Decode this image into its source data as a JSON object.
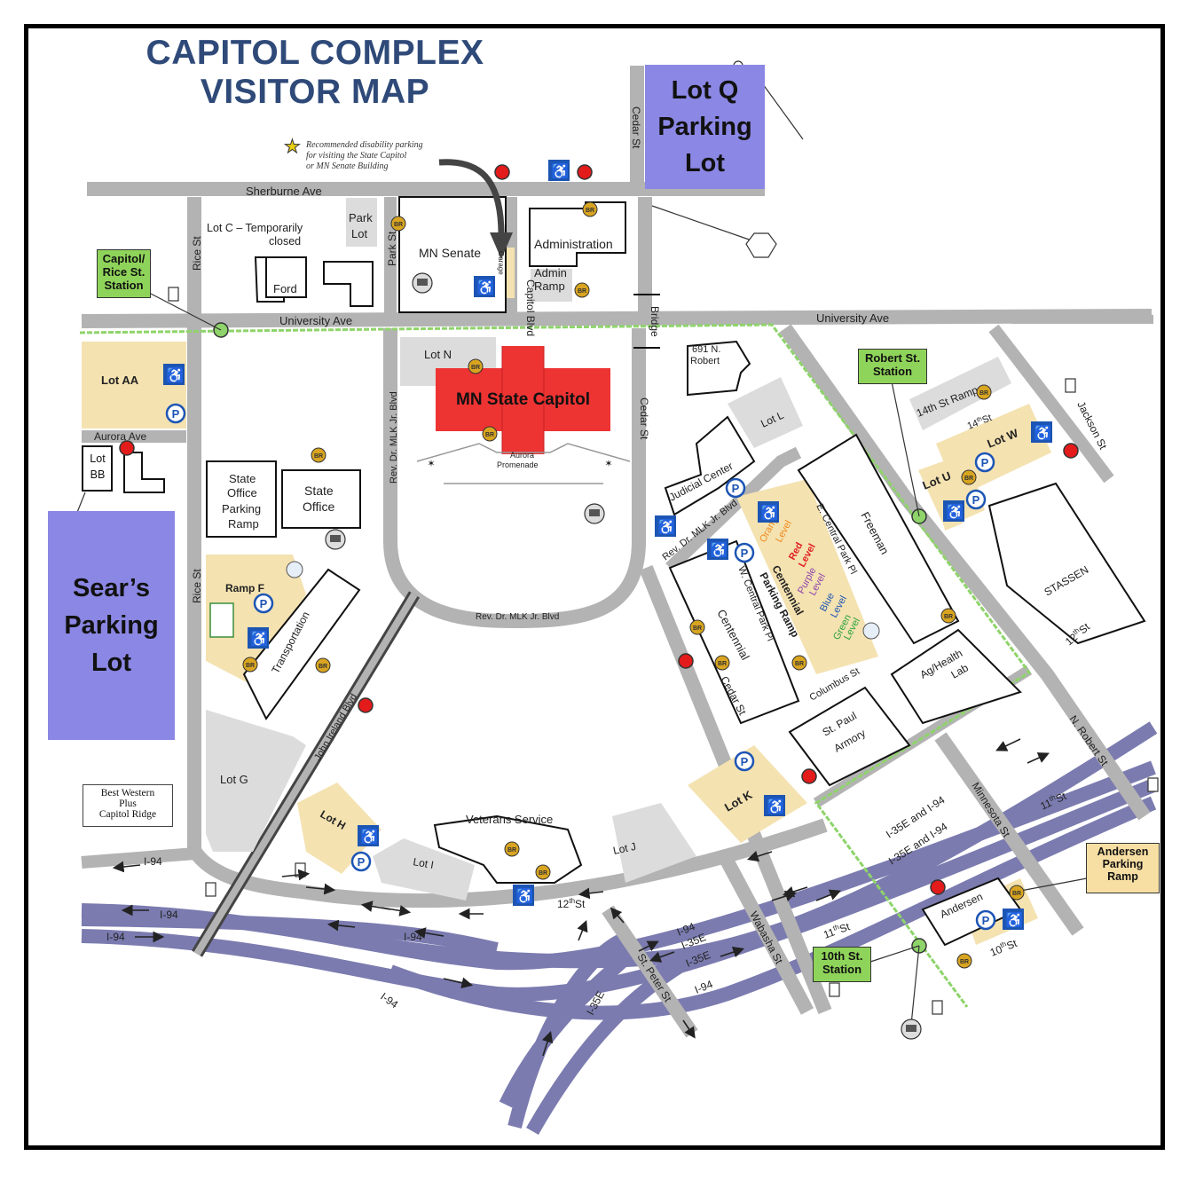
{
  "map": {
    "title_line1": "CAPITOL COMPLEX",
    "title_line2": "VISITOR MAP",
    "legend_note_line1": "Recommended disability parking",
    "legend_note_line2": "for visiting the State Capitol",
    "legend_note_line3": "or MN Senate Building",
    "overlays": {
      "lot_q": [
        "Lot Q",
        "Parking",
        "Lot"
      ],
      "sears": [
        "Sear’s",
        "Parking",
        "Lot"
      ],
      "capitol": "MN State Capitol"
    },
    "stations": {
      "capitol_rice": [
        "Capitol/",
        "Rice St.",
        "Station"
      ],
      "robert": [
        "Robert St.",
        "Station"
      ],
      "tenth": [
        "10th St.",
        "Station"
      ]
    },
    "andersen_ramp": [
      "Andersen",
      "Parking",
      "Ramp"
    ],
    "best_western": [
      "Best Western",
      "Plus",
      "Capitol Ridge"
    ],
    "lot_bb": [
      "Lot",
      "BB"
    ],
    "streets": {
      "sherburne": "Sherburne Ave",
      "university_w": "University Ave",
      "university_e": "University Ave",
      "aurora": "Aurora Ave",
      "rice_n": "Rice St",
      "rice_s": "Rice St",
      "park": "Park St",
      "capitol_blvd": "Capitol Blvd",
      "cedar_n": "Cedar St",
      "cedar_c": "Cedar St",
      "cedar_s": "Cedar St",
      "bridge": "Bridge",
      "mlk_v": "Rev. Dr. MLK Jr. Blvd",
      "mlk_curve": "Rev. Dr. MLK Jr. Blvd",
      "mlk_ne": "Rev. Dr. MLK Jr. Blvd",
      "john_ireland": "John Ireland Blvd",
      "w_central_park": "W. Central Park Pl",
      "e_central_park": "E. Central Park Pl",
      "columbus": "Columbus St",
      "jackson": "Jackson St",
      "n_robert": "N. Robert St",
      "minnesota": "Minnesota St",
      "wabasha": "Wabasha St",
      "st_peter": "St. Peter St",
      "twelfth_a": "12",
      "twelfth_b": "12",
      "twelfth_c": "12",
      "fourteenth": "14",
      "eleventh_a": "11",
      "eleventh_b": "11",
      "tenth": "10",
      "th": "th",
      "st": "St",
      "i94_a": "I-94",
      "i94_b": "I-94",
      "i94_c": "I-94",
      "i94_d": "I-94",
      "i94_e": "I-94",
      "i94_f": "I-94",
      "i94_g": "I-94",
      "i35e_a": "I-35E",
      "i35e_b": "I-35E",
      "i35e_c": "I-35E",
      "i35e_i94_a": "I-35E and I-94",
      "i35e_i94_b": "I-35E and I-94"
    },
    "places": {
      "lot_c": "Lot C – Temporarily",
      "lot_c2": "closed",
      "ford": "Ford",
      "park_lot": "Park",
      "park_lot2": "Lot",
      "mn_senate": "MN Senate",
      "administration": "Administration",
      "admin_ramp": "Admin",
      "admin_ramp2": "Ramp",
      "garage": "Garage",
      "lot_aa": "Lot AA",
      "lot_n": "Lot N",
      "aurora_promenade": "Aurora",
      "aurora_promenade2": "Promenade",
      "n691": "691 N.",
      "n691b": "Robert",
      "lot_l": "Lot L",
      "judicial": "Judicial Center",
      "ramp_14th": "14th St Ramp",
      "lot_w": "Lot W",
      "lot_u": "Lot U",
      "freeman": "Freeman",
      "stassen": "STASSEN",
      "sop_ramp": [
        "State",
        "Office",
        "Parking",
        "Ramp"
      ],
      "state_office": [
        "State",
        "Office"
      ],
      "ramp_f": "Ramp F",
      "transportation": "Transportation",
      "centennial": "Centennial",
      "cent_ramp1": "Centennial",
      "cent_ramp2": "Parking Ramp",
      "orange": "Orange",
      "orange2": "Level",
      "red": "Red",
      "red2": "Level",
      "purple": "Purple",
      "purple2": "Level",
      "blue": "Blue",
      "blue2": "Level",
      "green": "Green",
      "green2": "Level",
      "ag_health": "Ag/Health",
      "ag_health2": "Lab",
      "armory": "St. Paul",
      "armory2": "Armory",
      "lot_g": "Lot G",
      "lot_h": "Lot H",
      "lot_i": "Lot I",
      "lot_j": "Lot J",
      "lot_k": "Lot K",
      "veterans": "Veterans Service",
      "andersen": "Andersen"
    },
    "symbols": {
      "parking": "P",
      "br": "BR",
      "wheelchair": "♿"
    }
  },
  "colors": {
    "road": "#b3b3b3",
    "freeway": "#7b7bb0",
    "lot_tan": "#f4e2b1",
    "lot_gray": "#dcdcdc",
    "capitol_red": "#ee3333",
    "overlay_purple": "#8b87e4",
    "green_line": "#8ed46a",
    "title_blue": "#2f4a79",
    "accessible_blue": "#1d55b4"
  },
  "icons": [
    "wheelchair-icon",
    "parking-icon",
    "restroom-br-icon",
    "bus-icon",
    "red-dot-marker",
    "station-dot-marker",
    "star-icon",
    "arrow-icon"
  ]
}
